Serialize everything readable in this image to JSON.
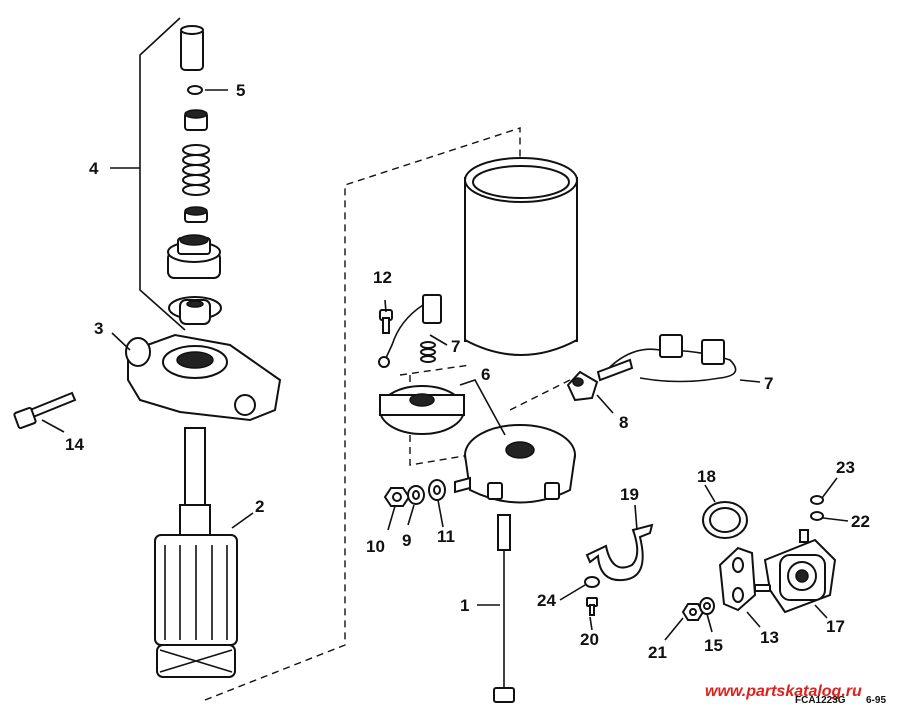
{
  "callouts": {
    "c1": "1",
    "c2": "2",
    "c3": "3",
    "c4": "4",
    "c5": "5",
    "c6": "6",
    "c7a": "7",
    "c7b": "7",
    "c8": "8",
    "c9": "9",
    "c10": "10",
    "c11": "11",
    "c12": "12",
    "c13": "13",
    "c14": "14",
    "c15": "15",
    "c17": "17",
    "c18": "18",
    "c19": "19",
    "c20": "20",
    "c21": "21",
    "c22": "22",
    "c23": "23",
    "c24": "24"
  },
  "footer": {
    "watermark": "www.partskatalog.ru",
    "figure_code": "FCA1223G",
    "date_code": "6-95"
  }
}
